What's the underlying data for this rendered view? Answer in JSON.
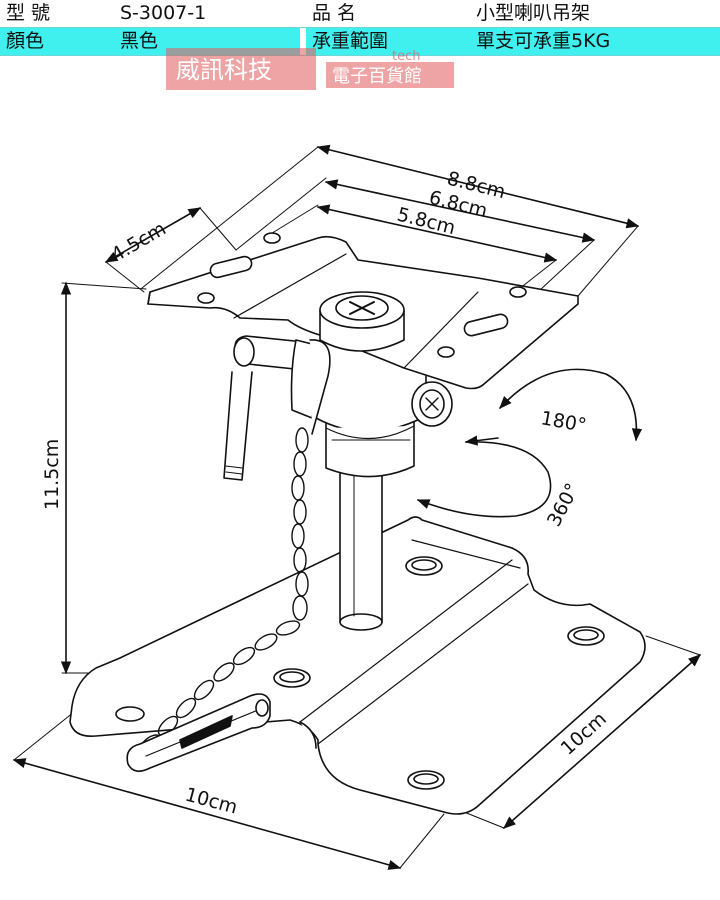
{
  "spec": {
    "row1": {
      "label_model": "型 號",
      "model": "S-3007-1",
      "label_name": "品 名",
      "name": "小型喇叭吊架"
    },
    "row2": {
      "label_color": "顏色",
      "color_value": "黑色",
      "label_load": "承重範圍",
      "load_value": "單支可承重5KG"
    }
  },
  "watermark": {
    "brand": "威訊科技",
    "latin": "tech",
    "store": "電子百貨館"
  },
  "dimensions": {
    "top_width_outer": "8.8cm",
    "top_width_mid": "6.8cm",
    "top_width_inner": "5.8cm",
    "top_depth": "4.5cm",
    "height": "11.5cm",
    "base_width": "10cm",
    "base_depth": "10cm"
  },
  "rotation": {
    "tilt": "180°",
    "swivel": "360°"
  },
  "colors": {
    "header_bg": "#40f0ef",
    "watermark_red": "#e05a5a",
    "line": "#111111"
  }
}
